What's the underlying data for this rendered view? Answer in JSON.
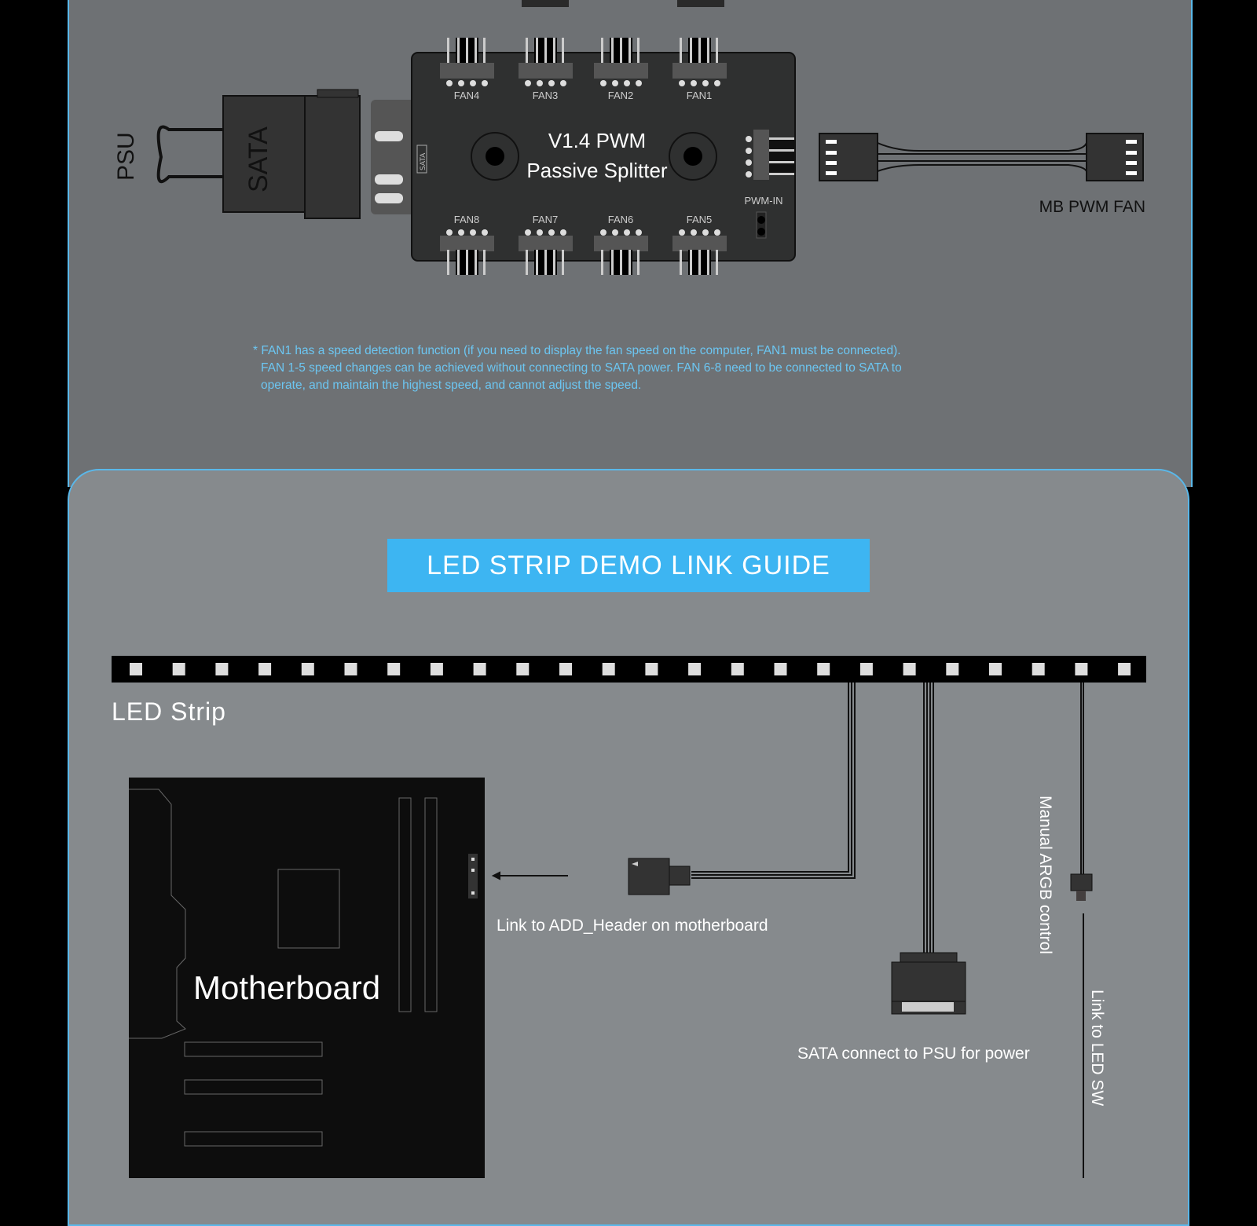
{
  "splitter": {
    "title_line1": "V1.4 PWM",
    "title_line2": "Passive Splitter",
    "fans_top": [
      "FAN4",
      "FAN3",
      "FAN2",
      "FAN1"
    ],
    "fans_bottom": [
      "FAN8",
      "FAN7",
      "FAN6",
      "FAN5"
    ],
    "pwm_in": "PWM-IN",
    "sata_small": "SATA",
    "sata_connector": "SATA",
    "psu": "PSU",
    "mb_pwm_fan": "MB PWM FAN"
  },
  "note": {
    "line1": "* FAN1 has a speed detection function (if you need to display the fan speed on the computer, FAN1 must be connected).",
    "line2": "FAN 1-5 speed changes can be achieved without connecting to SATA power. FAN 6-8 need to be connected to SATA to",
    "line3": "operate, and maintain the highest speed, and cannot adjust the speed."
  },
  "led_guide": {
    "title": "LED STRIP DEMO LINK GUIDE",
    "led_strip": "LED Strip",
    "motherboard": "Motherboard",
    "add_header": "Link to ADD_Header on motherboard",
    "sata_power": "SATA connect to PSU for power",
    "manual_control": "Manual ARGB control",
    "led_sw": "Link to LED SW"
  },
  "colors": {
    "accent": "#3db5f2",
    "note": "#6cc6f2",
    "board": "#2f3030"
  }
}
